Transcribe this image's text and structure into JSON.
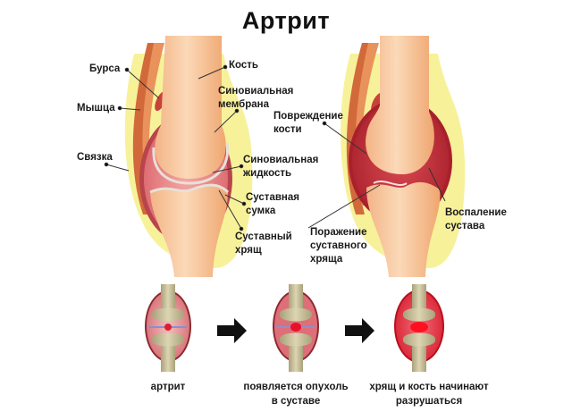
{
  "title": "Артрит",
  "colors": {
    "bone": "#f7c9a0",
    "bone_shade": "#f0a772",
    "muscle": "#d2693a",
    "bursa": "#c9423a",
    "fat_yellow": "#f7f29a",
    "synovial_fluid_healthy": "#e98a8a",
    "synovial_fluid_inflamed": "#c0313b",
    "small_bone": "#c9c09a",
    "arrow": "#111111"
  },
  "healthy_joint": {
    "labels": {
      "bursa": "Бурса",
      "muscle": "Мышца",
      "ligament": "Связка",
      "bone": "Кость",
      "synovial_membrane_1": "Синовиальная",
      "synovial_membrane_2": "мембрана",
      "synovial_fluid_1": "Синовиальная",
      "synovial_fluid_2": "жидкость",
      "joint_capsule_1": "Суставная",
      "joint_capsule_2": "сумка",
      "cartilage_1": "Суставный",
      "cartilage_2": "хрящ"
    }
  },
  "arthritic_joint": {
    "labels": {
      "bone_damage_1": "Повреждение",
      "bone_damage_2": "кости",
      "cartilage_damage_1": "Поражение",
      "cartilage_damage_2": "суставного",
      "cartilage_damage_3": "хряща",
      "inflammation_1": "Воспаление",
      "inflammation_2": "сустава"
    }
  },
  "stages": [
    {
      "caption_1": "артрит",
      "caption_2": ""
    },
    {
      "caption_1": "появляется опухоль",
      "caption_2": "в суставе"
    },
    {
      "caption_1": "хрящ и кость начинают",
      "caption_2": "разрушаться"
    }
  ]
}
